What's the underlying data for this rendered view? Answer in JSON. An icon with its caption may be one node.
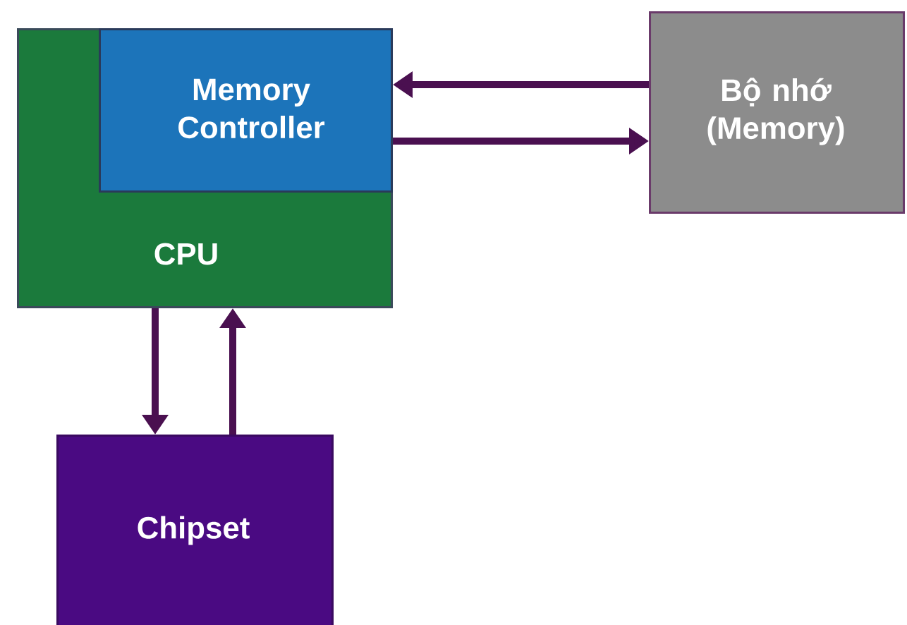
{
  "diagram": {
    "nodes": [
      {
        "text": [
          "CPU"
        ]
      },
      {
        "text": [
          "Memory Controller"
        ],
        "in": 0
      },
      {
        "text": [
          "Bộ nhớ (Memory)"
        ]
      },
      {
        "text": [
          "Chipset"
        ]
      }
    ],
    "edges": [
      {
        "from": 2,
        "to": 1,
        "arrow": "to"
      },
      {
        "from": 1,
        "to": 2,
        "arrow": "to"
      },
      {
        "from": 0,
        "to": 3,
        "arrow": "to"
      },
      {
        "from": 3,
        "to": 0,
        "arrow": "to"
      }
    ]
  }
}
